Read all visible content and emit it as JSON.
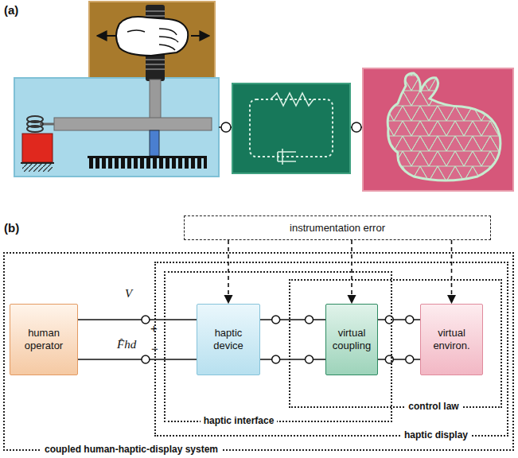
{
  "diagram": {
    "nodes": [
      {
        "text": [
          "instrumentation error"
        ]
      },
      {
        "text": [
          "coupled human-haptic-display system"
        ]
      },
      {
        "text": [
          "human operator"
        ],
        "in": 1
      },
      {
        "text": [
          "haptic display"
        ],
        "in": 1
      },
      {
        "text": [
          "haptic interface"
        ],
        "in": 3
      },
      {
        "text": [
          "control law"
        ],
        "in": 3
      },
      {
        "text": [
          "haptic device"
        ],
        "in": 4
      },
      {
        "text": [
          "virtual coupling"
        ],
        "in": 4
      },
      {
        "text": [
          "virtual environ."
        ],
        "in": 5
      }
    ],
    "edges": [
      {
        "from": 2,
        "to": 6,
        "arrow": "none"
      },
      {
        "from": 6,
        "to": 7,
        "arrow": "none"
      },
      {
        "from": 7,
        "to": 8,
        "arrow": "none"
      },
      {
        "from": 0,
        "to": 6,
        "arrow": "to"
      },
      {
        "from": 0,
        "to": 7,
        "arrow": "to"
      },
      {
        "from": 0,
        "to": 8,
        "arrow": "to"
      }
    ],
    "labels": [
      "(a)",
      "(b)",
      "V",
      "+",
      "F̂hd",
      "−"
    ]
  }
}
